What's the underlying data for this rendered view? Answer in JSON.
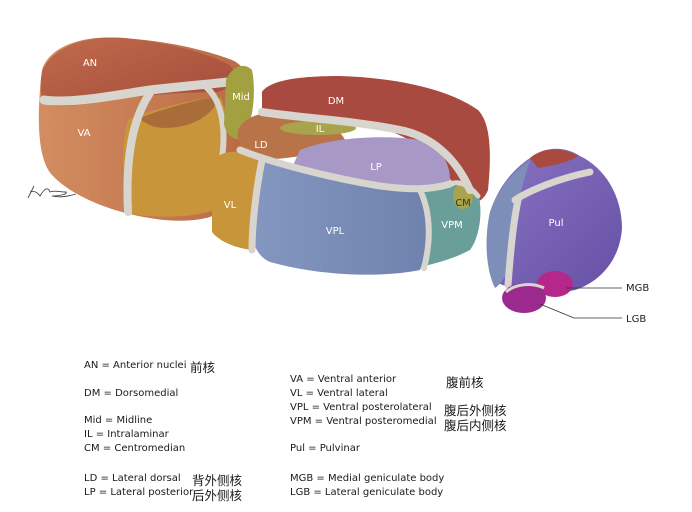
{
  "regions": {
    "an": "AN",
    "va": "VA",
    "mid": "Mid",
    "dm": "DM",
    "il": "IL",
    "ld": "LD",
    "lp": "LP",
    "vl": "VL",
    "vpl": "VPL",
    "vpm": "VPM",
    "cm": "CM",
    "pul": "Pul"
  },
  "callouts": {
    "mgb": "MGB",
    "lgb": "LGB"
  },
  "legend": {
    "an": "AN = Anterior nuclei",
    "dm": "DM = Dorsomedial",
    "mid": "Mid = Midline",
    "il": "IL = Intralaminar",
    "cm": "CM = Centromedian",
    "ld": "LD = Lateral dorsal",
    "lp": "LP = Lateral posterior",
    "va": "VA = Ventral anterior",
    "vl": "VL = Ventral lateral",
    "vpl": "VPL = Ventral posterolateral",
    "vpm": "VPM = Ventral posteromedial",
    "pul": "Pul = Pulvinar",
    "mgb": "MGB = Medial geniculate body",
    "lgb": "LGB = Lateral geniculate body"
  },
  "chinese": {
    "an": "前核",
    "va": "腹前核",
    "vpl": "腹后外侧核",
    "vpm": "腹后内侧核",
    "ld": "背外侧核",
    "lp": "后外侧核"
  },
  "colors": {
    "an": "#b4593f",
    "va": "#c97d52",
    "mid": "#a3a042",
    "dm": "#a84a3f",
    "il": "#a9a34d",
    "ld": "#b87349",
    "lp": "#a898c6",
    "vl": "#c9953a",
    "vpl": "#7d8fb8",
    "vpm": "#6a9e98",
    "pul": "#7b62b4",
    "mgb": "#b5288a",
    "lgb": "#9c2a8e",
    "laminae": "#d5d2cc"
  }
}
